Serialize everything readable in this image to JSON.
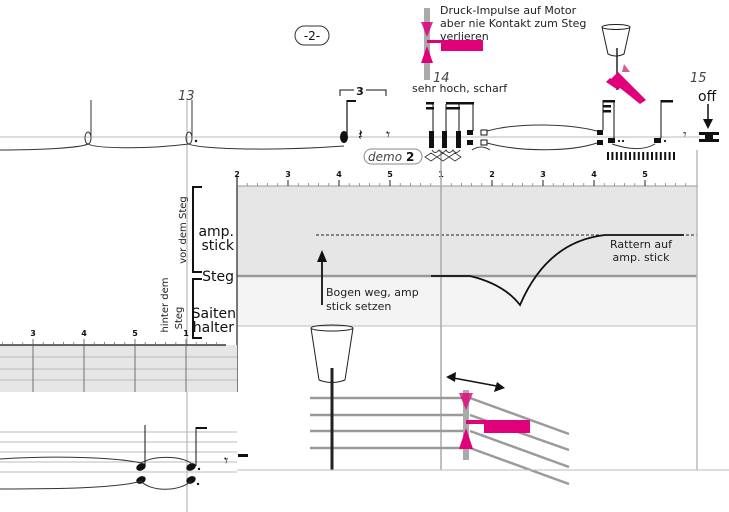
{
  "page": {
    "page_number": "-2-",
    "measures": [
      "13",
      "14",
      "15"
    ]
  },
  "annotations": {
    "druck_impulse": [
      "Druck-Impulse auf Motor",
      "aber nie Kontakt zum Steg",
      "verlieren"
    ],
    "sehr_hoch": "sehr hoch, scharf",
    "off": "off",
    "tuplet": "3",
    "demo_label": "demo",
    "demo_number": "2",
    "bogen_weg": [
      "Bogen weg, amp",
      "stick setzen"
    ],
    "rattern": [
      "Rattern auf",
      "amp. stick"
    ]
  },
  "position_graph": {
    "group_before": "vor dem Steg",
    "group_behind": [
      "hinter dem",
      "Steg"
    ],
    "rows": {
      "amp_stick": [
        "amp.",
        "stick"
      ],
      "steg": "Steg",
      "saitenhalter": [
        "Saiten",
        "halter"
      ]
    },
    "upper_ruler_ticks": [
      "2",
      "3",
      "4",
      "5",
      "1",
      "2",
      "3",
      "4",
      "5"
    ],
    "lower_ruler_ticks": [
      "3",
      "4",
      "5",
      "1"
    ]
  },
  "colors": {
    "magenta": "#e0007a",
    "grey_band": "#e6e6e6",
    "light_band": "#f4f4f4",
    "line_grey": "#9a9a9a",
    "ink": "#111111"
  },
  "icons": [
    "cup-icon",
    "motor-pusher-icon",
    "double-arrow-icon",
    "down-arrow-icon",
    "up-arrow-icon"
  ]
}
